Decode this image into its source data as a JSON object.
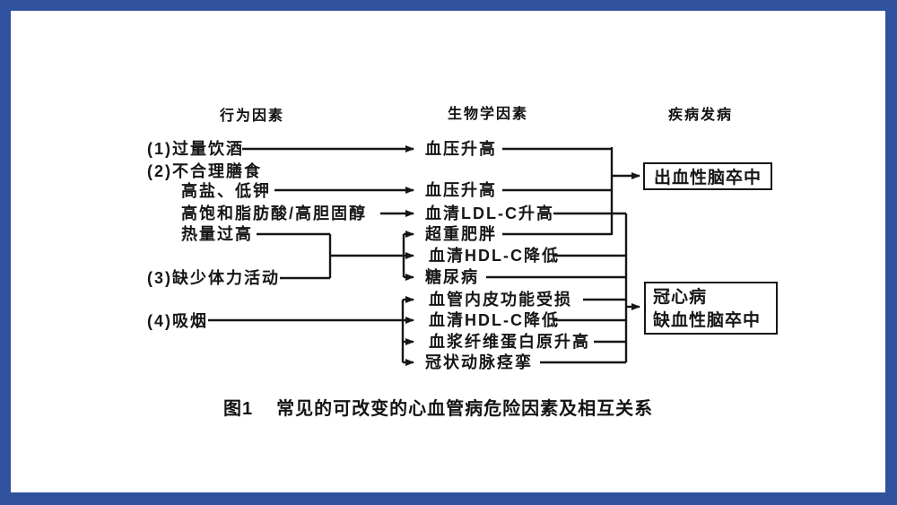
{
  "frame": {
    "border_color": "#2f519e",
    "page_bg": "#ffffff"
  },
  "diagram": {
    "headers": [
      {
        "label": "行为因素"
      },
      {
        "label": "生物学因素"
      },
      {
        "label": "疾病发病"
      }
    ],
    "behavioral": [
      {
        "label": "(1)过量饮酒"
      },
      {
        "label": "(2)不合理膳食"
      },
      {
        "label": "高盐、低钾"
      },
      {
        "label": "高饱和脂肪酸/高胆固醇"
      },
      {
        "label": "热量过高"
      },
      {
        "label": "(3)缺少体力活动"
      },
      {
        "label": "(4)吸烟"
      }
    ],
    "biological": [
      {
        "label": "血压升高"
      },
      {
        "label": "血压升高"
      },
      {
        "label": "血清LDL-C升高"
      },
      {
        "label": "超重肥胖"
      },
      {
        "label": "血清HDL-C降低"
      },
      {
        "label": "糖尿病"
      },
      {
        "label": "血管内皮功能受损"
      },
      {
        "label": "血清HDL-C降低"
      },
      {
        "label": "血浆纤维蛋白原升高"
      },
      {
        "label": "冠状动脉痉挛"
      }
    ],
    "diseases": {
      "box1": {
        "label": "出血性脑卒中"
      },
      "box2": {
        "line1": "冠心病",
        "line2": "缺血性脑卒中"
      }
    },
    "caption": {
      "number": "图1",
      "text": "常见的可改变的心血管病危险因素及相互关系"
    }
  }
}
